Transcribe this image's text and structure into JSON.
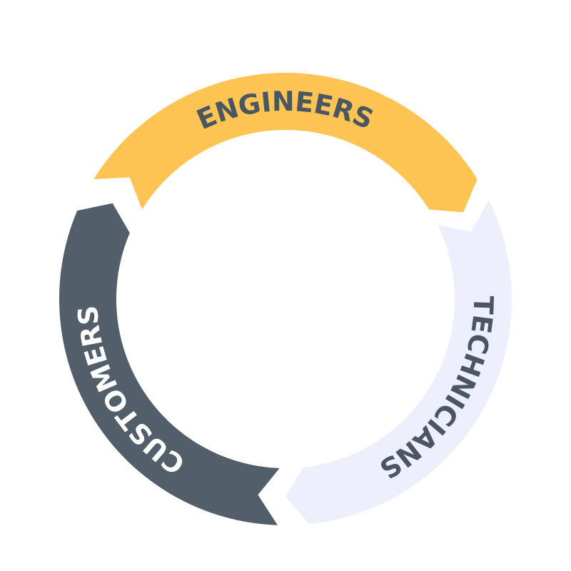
{
  "diagram": {
    "type": "cycle",
    "segments": [
      {
        "label": "ENGINEERS",
        "fill": "#fdc453",
        "text_color": "#4a5661"
      },
      {
        "label": "TECHNICIANS",
        "fill": "#eeeffc",
        "text_color": "#4a5661"
      },
      {
        "label": "CUSTOMERS",
        "fill": "#525f6b",
        "text_color": "#ffffff"
      }
    ]
  }
}
